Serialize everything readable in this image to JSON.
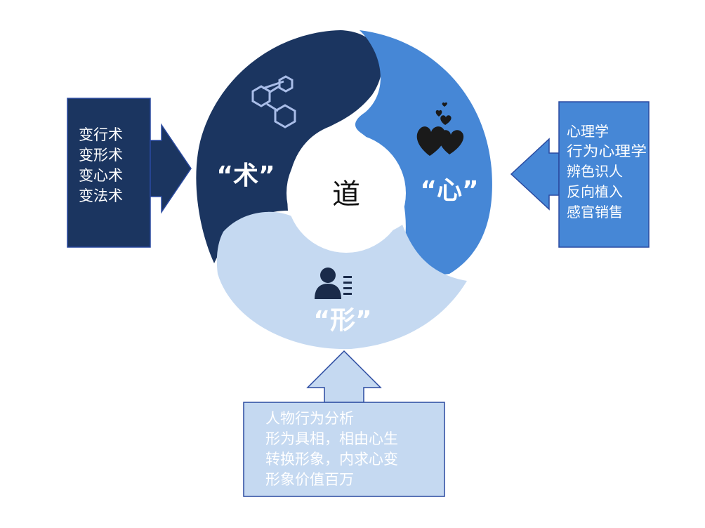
{
  "diagram": {
    "center_label": "道",
    "segments": [
      {
        "id": "shu",
        "label": "“术”",
        "color": "#1b3560",
        "icon": "network-hexagon-icon"
      },
      {
        "id": "xin",
        "label": "“心”",
        "color": "#4687d6",
        "icon": "hearts-icon"
      },
      {
        "id": "xing",
        "label": "“形”",
        "color": "#c5d9f1",
        "icon": "person-list-icon"
      }
    ],
    "left_box": {
      "lines": [
        "变行术",
        "变形术",
        "变心术",
        "变法术"
      ],
      "color": "#1b3560",
      "text_color": "#ffffff"
    },
    "right_box": {
      "lines": [
        "心理学",
        "行为心理学",
        "辨色识人",
        "反向植入",
        "感官销售"
      ],
      "color": "#4687d6",
      "text_color": "#ffffff"
    },
    "bottom_box": {
      "lines": [
        "人物行为分析",
        "形为具相，相由心生",
        "转换形象，内求心变",
        "形象价值百万"
      ],
      "color": "#c5d9f1",
      "text_color": "#ffffff"
    }
  }
}
